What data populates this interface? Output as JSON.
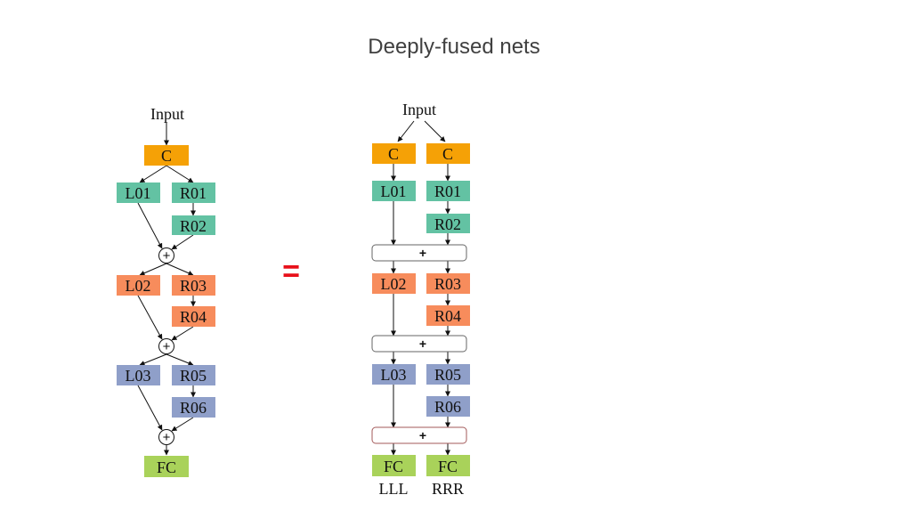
{
  "slide": {
    "title": "Deeply-fused nets",
    "equals_sign": "="
  },
  "colors": {
    "orange": "#f5a106",
    "teal": "#63c2a3",
    "salmon": "#f78c5c",
    "blue": "#8f9fc9",
    "green": "#a9d25a",
    "equals": "#e8101a",
    "bar_border_left": "#666666",
    "bar_border_right": "#a35a5a"
  },
  "left_diagram": {
    "input_label": "Input",
    "plus_symbol": "+",
    "nodes": {
      "c": "C",
      "l01": "L01",
      "r01": "R01",
      "r02": "R02",
      "l02": "L02",
      "r03": "R03",
      "r04": "R04",
      "l03": "L03",
      "r05": "R05",
      "r06": "R06",
      "fc": "FC"
    }
  },
  "right_diagram": {
    "input_label": "Input",
    "plus_symbol": "+",
    "nodes": {
      "c_left": "C",
      "c_right": "C",
      "l01": "L01",
      "r01": "R01",
      "r02": "R02",
      "l02": "L02",
      "r03": "R03",
      "r04": "R04",
      "l03": "L03",
      "r05": "R05",
      "r06": "R06",
      "fc_left": "FC",
      "fc_right": "FC"
    },
    "output_labels": {
      "left": "LLL",
      "right": "RRR"
    }
  }
}
